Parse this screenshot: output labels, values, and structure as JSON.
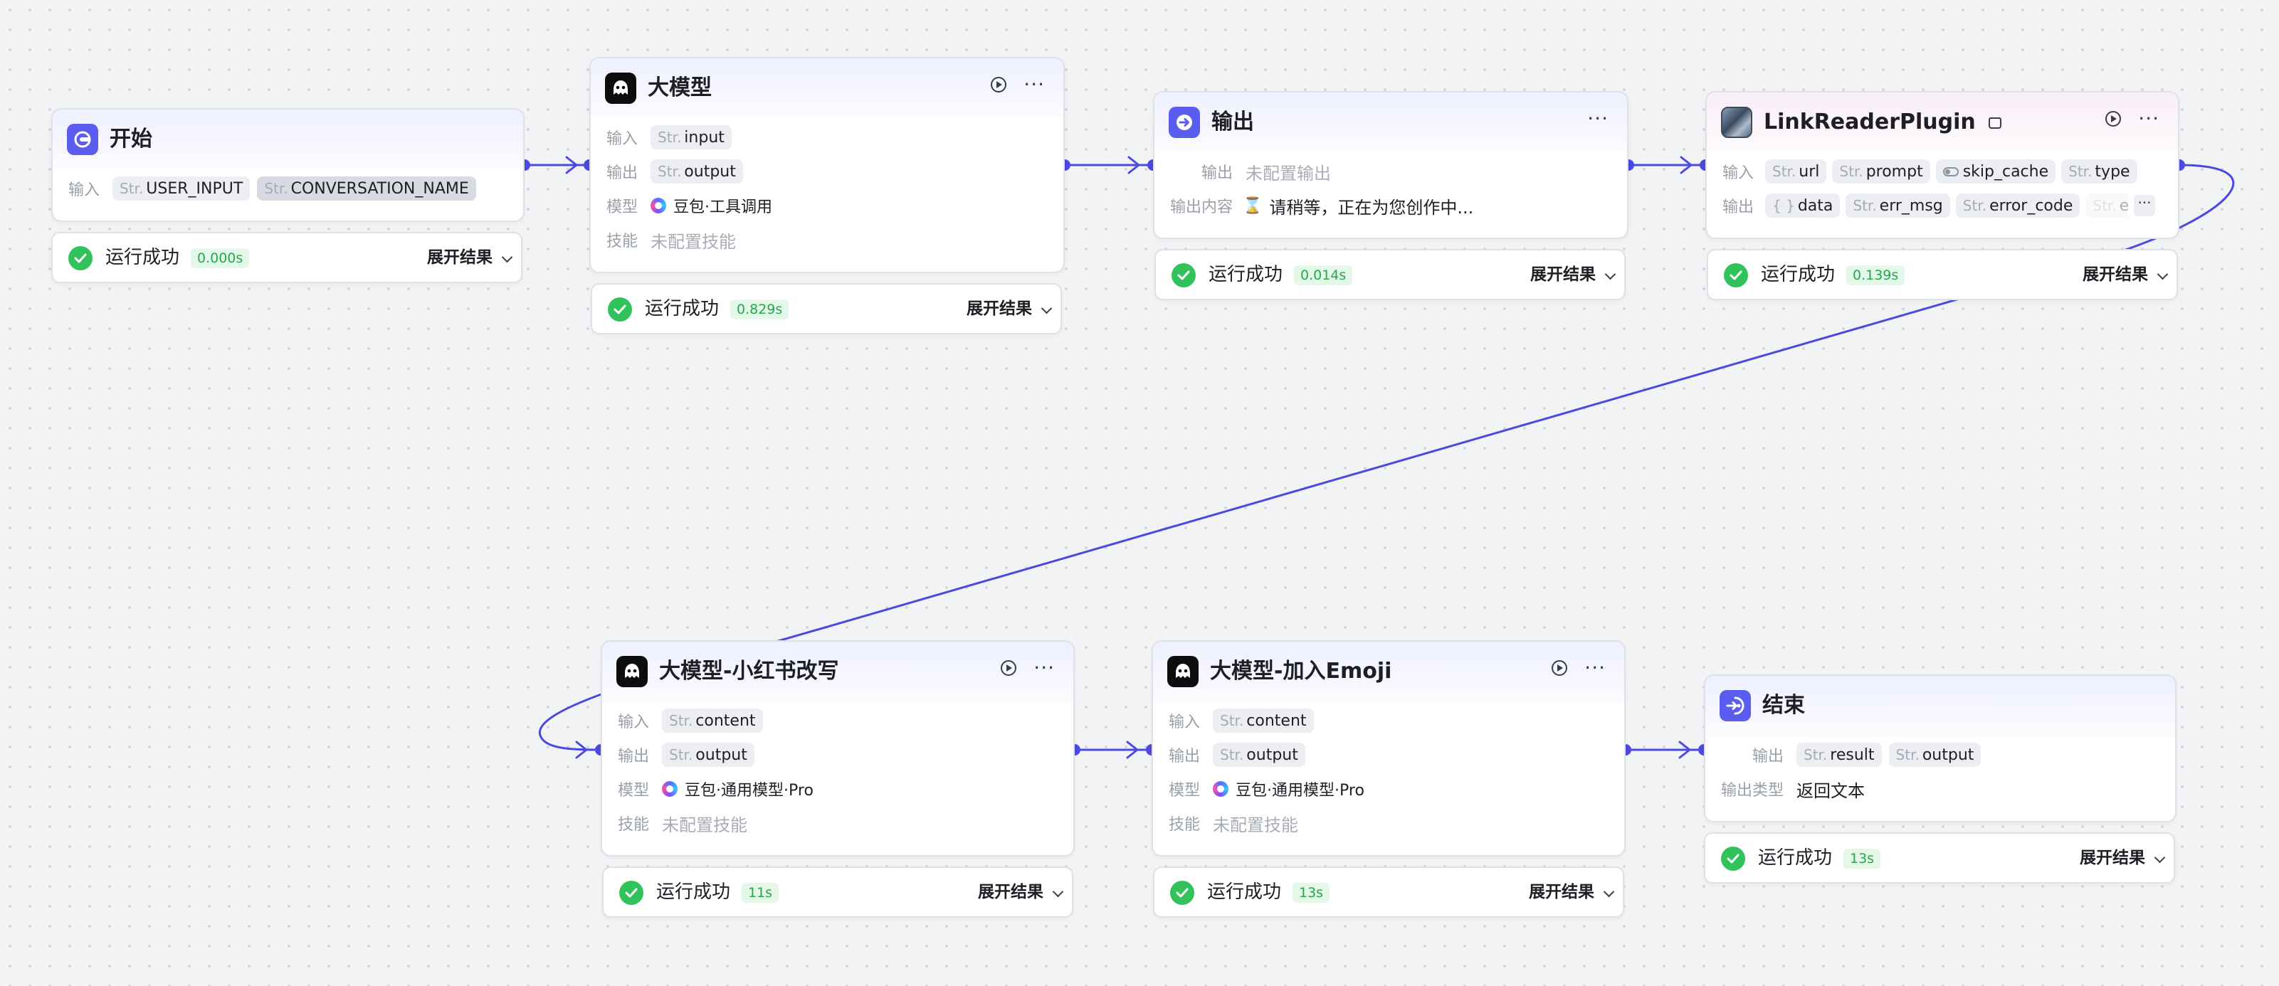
{
  "colors": {
    "accent": "#4b4ae0",
    "success": "#32c25b",
    "canvas": "#f2f3f5"
  },
  "icons": {
    "start": "start-icon",
    "llm": "llm-bot-icon",
    "output": "output-arrow-icon",
    "plugin": "plugin-image-icon",
    "end": "end-icon",
    "model": "doubao-model-icon",
    "success": "check-circle-icon",
    "expand": "chevron-down-icon",
    "run": "play-circle-icon",
    "more": "more-dots-icon",
    "store": "store-icon"
  },
  "labels": {
    "input": "输入",
    "output": "输出",
    "model": "模型",
    "skill": "技能",
    "output_content": "输出内容",
    "output_type": "输出类型",
    "type_prefix": "Str.",
    "object_prefix": "{ }",
    "no_skill": "未配置技能",
    "no_output": "未配置输出",
    "run_success": "运行成功",
    "expand_result": "展开结果",
    "more": "···"
  },
  "nodes": {
    "start": {
      "title": "开始",
      "inputs": [
        "USER_INPUT",
        "CONVERSATION_NAME"
      ],
      "time": "0.000s"
    },
    "llm1": {
      "title": "大模型",
      "inputs": [
        "input"
      ],
      "outputs": [
        "output"
      ],
      "model": "豆包·工具调用",
      "time": "0.829s"
    },
    "out": {
      "title": "输出",
      "content": "请稍等，正在为您创作中...",
      "time": "0.014s"
    },
    "plugin": {
      "title": "LinkReaderPlugin",
      "inputs": [
        "url",
        "prompt",
        "skip_cache",
        "type"
      ],
      "outputs": [
        "data",
        "err_msg",
        "error_code",
        "err"
      ],
      "time": "0.139s"
    },
    "llm2": {
      "title": "大模型-小红书改写",
      "inputs": [
        "content"
      ],
      "outputs": [
        "output"
      ],
      "model": "豆包·通用模型·Pro",
      "time": "11s"
    },
    "llm3": {
      "title": "大模型-加入Emoji",
      "inputs": [
        "content"
      ],
      "outputs": [
        "output"
      ],
      "model": "豆包·通用模型·Pro",
      "time": "13s"
    },
    "end": {
      "title": "结束",
      "outputs": [
        "result",
        "output"
      ],
      "output_type": "返回文本",
      "time": "13s"
    }
  }
}
